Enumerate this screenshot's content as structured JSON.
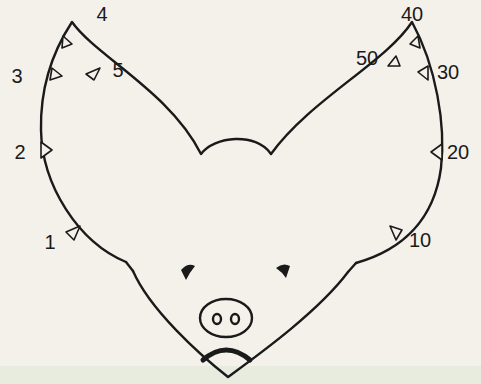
{
  "diagram": {
    "labels": [
      "1",
      "2",
      "3",
      "4",
      "5",
      "10",
      "20",
      "30",
      "40",
      "50"
    ]
  }
}
